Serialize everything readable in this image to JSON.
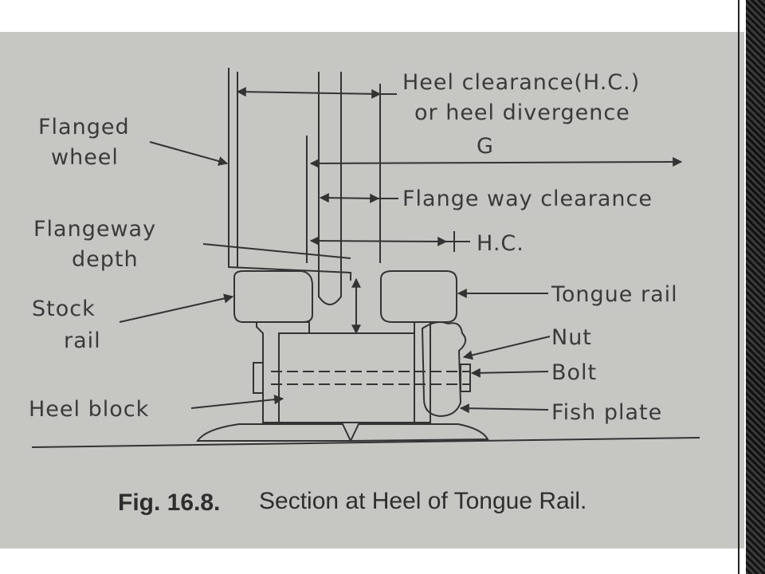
{
  "labels": {
    "flanged_wheel_1": "Flanged",
    "flanged_wheel_2": "wheel",
    "flangeway_depth_1": "Flangeway",
    "flangeway_depth_2": "depth",
    "stock_rail_1": "Stock",
    "stock_rail_2": "rail",
    "heel_block": "Heel block",
    "heel_clearance_1": "Heel clearance(H.C.)",
    "heel_clearance_2": "or heel divergence",
    "gauge": "G",
    "flange_way_clearance": "Flange way clearance",
    "hc": "H.C.",
    "tongue_rail": "Tongue rail",
    "nut": "Nut",
    "bolt": "Bolt",
    "fish_plate": "Fish plate"
  },
  "caption": {
    "number": "Fig. 16.8.",
    "title": "Section at Heel of Tongue Rail."
  },
  "colors": {
    "paper": "#c6c6c3",
    "ink": "#333333"
  }
}
